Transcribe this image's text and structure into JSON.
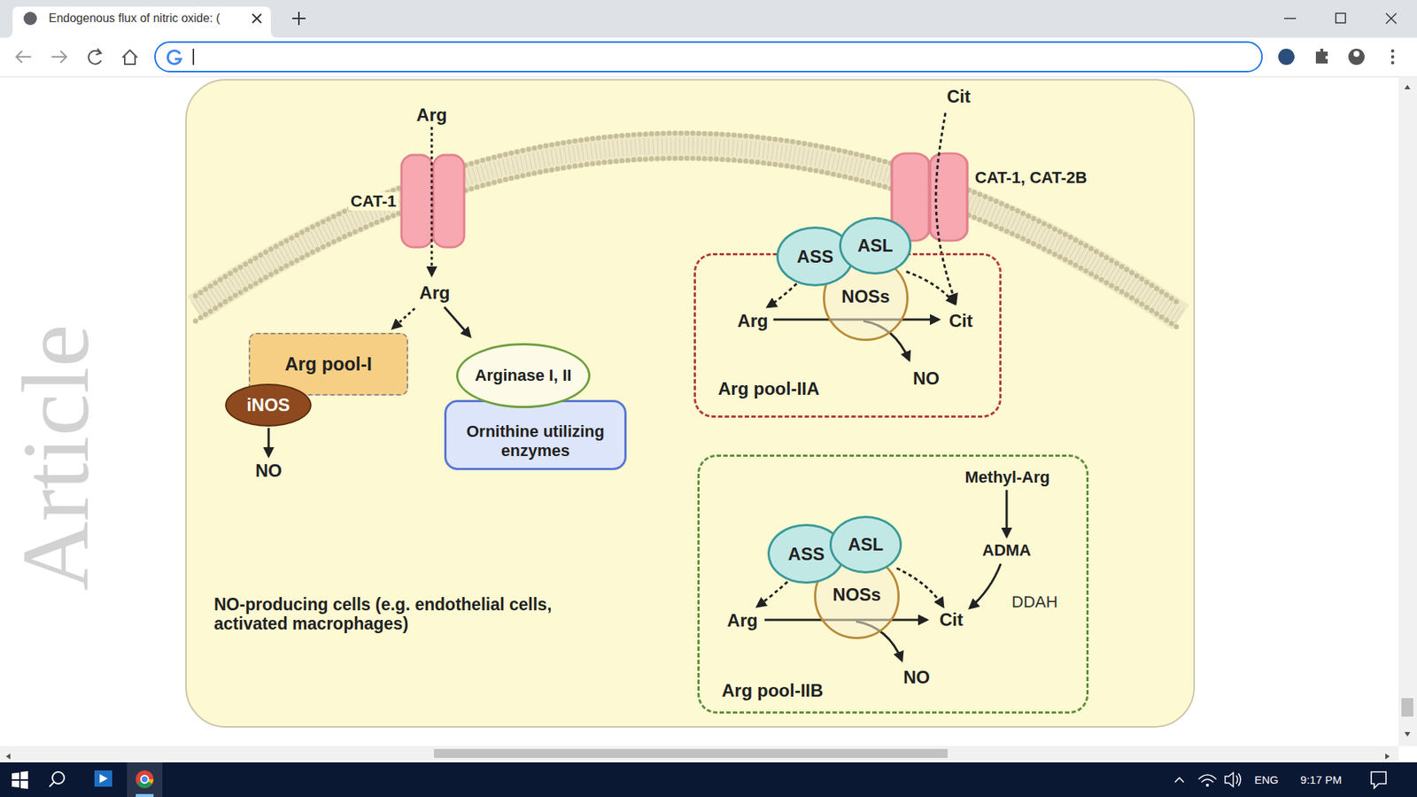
{
  "diagram": {
    "nodes": [
      {
        "text": [
          "NO-producing cells (e.g. endothelial cells, activated macrophages)"
        ]
      },
      {
        "text": [
          "CAT-1"
        ],
        "in": 0
      },
      {
        "text": [
          "CAT-1, CAT-2B"
        ],
        "in": 0
      },
      {
        "text": [
          "Arg pool-I"
        ],
        "in": 0
      },
      {
        "text": [
          "iNOS"
        ],
        "in": 0
      },
      {
        "text": [
          "Arginase I, II"
        ],
        "in": 0
      },
      {
        "text": [
          "Ornithine utilizing enzymes"
        ],
        "in": 0
      },
      {
        "text": [
          "Arg pool-IIA"
        ],
        "in": 0
      },
      {
        "text": [
          "ASS"
        ],
        "in": 0
      },
      {
        "text": [
          "ASL"
        ],
        "in": 0
      },
      {
        "text": [
          "NOSs"
        ],
        "in": 7
      },
      {
        "text": [
          "Arg pool-IIB"
        ],
        "in": 0
      },
      {
        "text": [
          "ASS"
        ],
        "in": 11
      },
      {
        "text": [
          "ASL"
        ],
        "in": 11
      },
      {
        "text": [
          "NOSs"
        ],
        "in": 11
      }
    ],
    "labels": [
      "Endogenous flux of nitric oxide: (",
      "Arg",
      "Arg",
      "NO",
      "Cit",
      "Arg",
      "Cit",
      "NO",
      "Methyl-Arg",
      "ADMA",
      "DDAH",
      "Arg",
      "Cit",
      "NO",
      "Article",
      "ENG",
      "9:17 PM"
    ]
  }
}
